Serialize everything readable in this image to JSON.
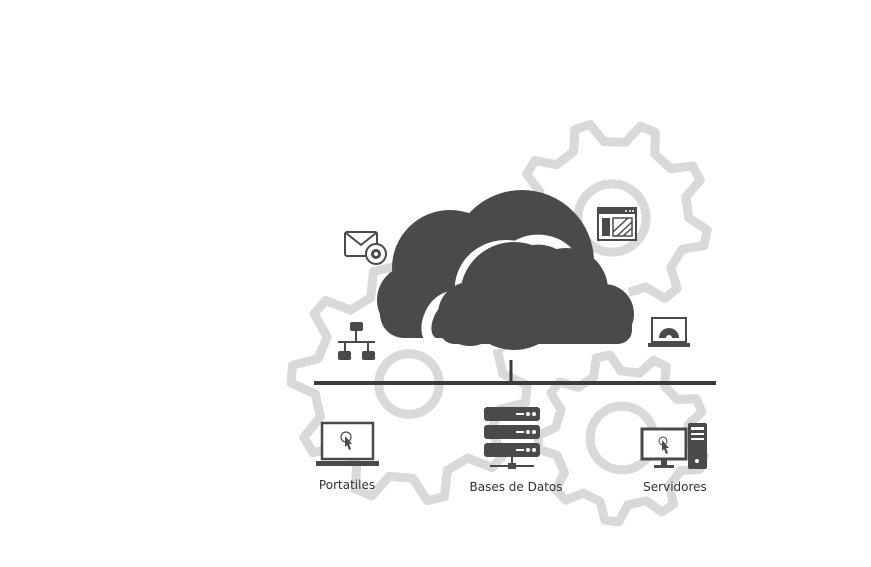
{
  "colors": {
    "dark": "#4a4a4a",
    "gear": "#d9d9d9",
    "line": "#3c3c3c",
    "text": "#333333",
    "background": "#ffffff"
  },
  "icons": [
    "email-settings-icon",
    "network-hierarchy-icon",
    "browser-window-icon",
    "laptop-settings-icon",
    "laptop-touch-icon",
    "database-server-icon",
    "desktop-tower-icon",
    "cloud-icon",
    "gear-icon"
  ],
  "labels": {
    "portatiles": "Portatiles",
    "bases_de_datos": "Bases de Datos",
    "servidores": "Servidores"
  }
}
